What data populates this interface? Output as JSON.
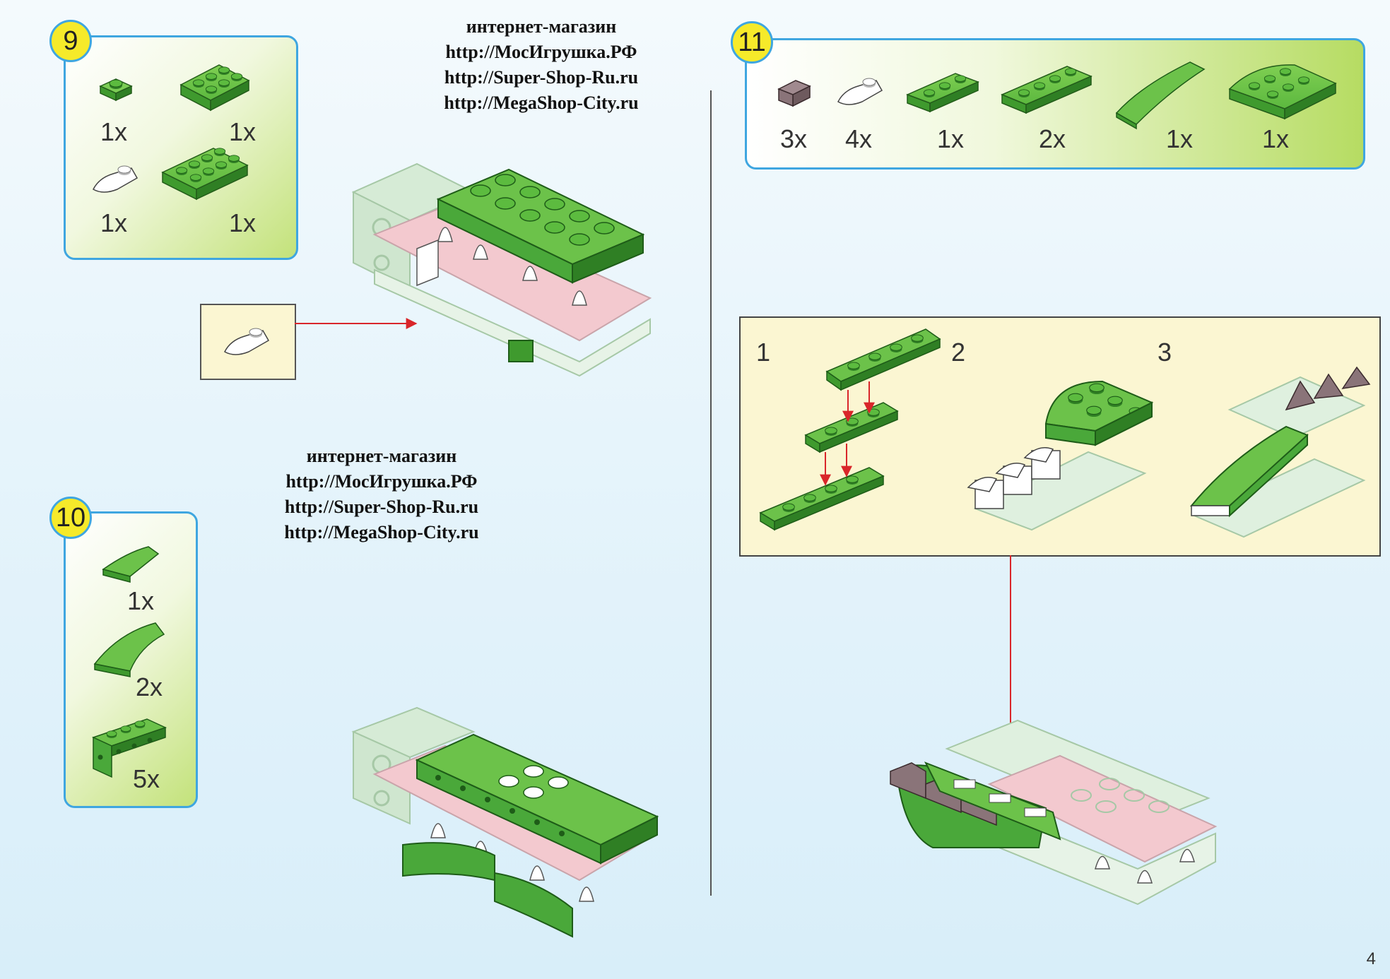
{
  "shop_block_1": {
    "line1": "интернет-магазин",
    "line2": "http://МосИгрушка.РФ",
    "line3": "http://Super-Shop-Ru.ru",
    "line4": "http://MegaShop-City.ru"
  },
  "shop_block_2": {
    "line1": "интернет-магазин",
    "line2": "http://МосИгрушка.РФ",
    "line3": "http://Super-Shop-Ru.ru",
    "line4": "http://MegaShop-City.ru"
  },
  "step9": {
    "number": "9",
    "parts": [
      {
        "icon": "green-1x1-plate",
        "qty": "1x"
      },
      {
        "icon": "green-2x3-plate",
        "qty": "1x"
      },
      {
        "icon": "white-tooth-piece",
        "qty": "1x"
      },
      {
        "icon": "green-2x4-plate",
        "qty": "1x"
      }
    ]
  },
  "step10": {
    "number": "10",
    "parts": [
      {
        "icon": "green-curved-slope-small",
        "qty": "1x"
      },
      {
        "icon": "green-curved-slope-large",
        "qty": "2x"
      },
      {
        "icon": "green-bracket-plate",
        "qty": "5x"
      }
    ]
  },
  "step11": {
    "number": "11",
    "parts": [
      {
        "icon": "gray-slope",
        "qty": "3x"
      },
      {
        "icon": "white-tooth-piece",
        "qty": "4x"
      },
      {
        "icon": "green-1x3-plate",
        "qty": "1x"
      },
      {
        "icon": "green-1x4-plate",
        "qty": "2x"
      },
      {
        "icon": "green-long-curved-slope",
        "qty": "1x"
      },
      {
        "icon": "green-round-plate",
        "qty": "1x"
      }
    ],
    "substeps": [
      "1",
      "2",
      "3"
    ]
  },
  "page_number": "4",
  "colors": {
    "badge": "#f6ea2a",
    "frame": "#3fa6e0",
    "brick_green": "#4aa83a",
    "brick_green_light": "#8fd06b",
    "ghost_green": "#cfe8cf",
    "pink": "#f3c9cf",
    "arrow_red": "#d9262a",
    "gray_slope": "#8a7479"
  }
}
